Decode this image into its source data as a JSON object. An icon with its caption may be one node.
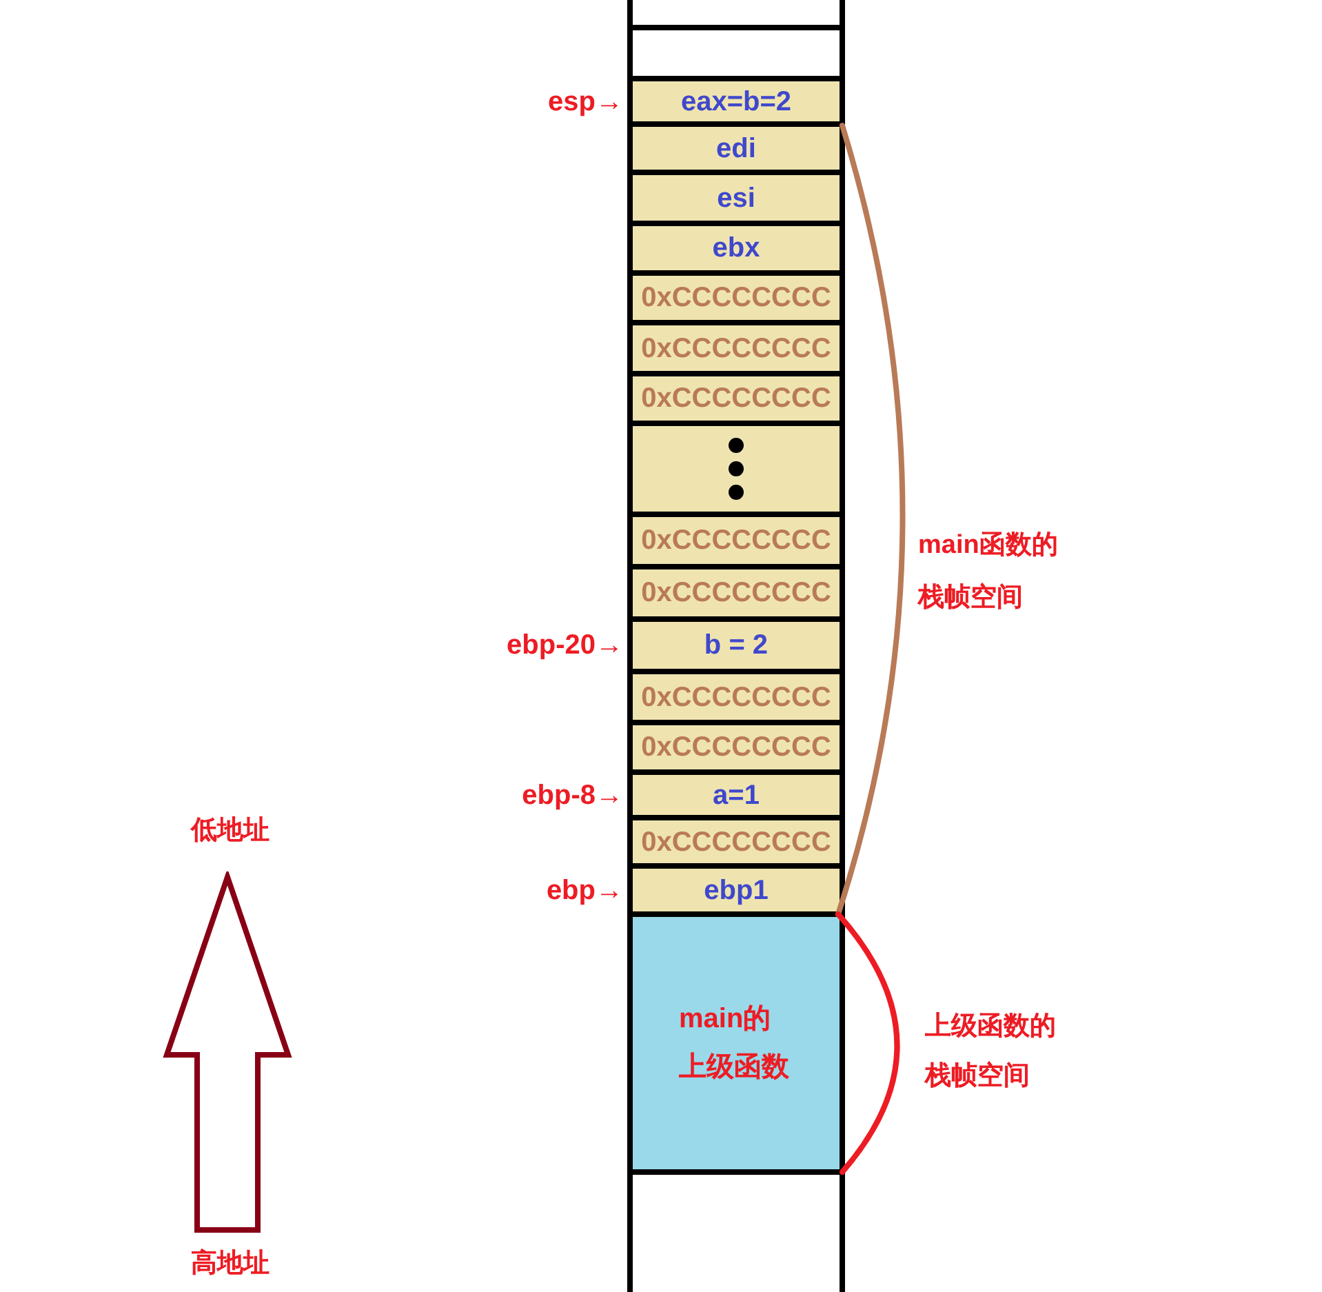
{
  "diagram": {
    "nodes": [
      {
        "text": [],
        "shape": "box"
      },
      {
        "text": [
          "eax=b=2"
        ],
        "beside": [
          "esp→"
        ]
      },
      {
        "text": [
          "edi"
        ]
      },
      {
        "text": [
          "esi"
        ]
      },
      {
        "text": [
          "ebx"
        ]
      },
      {
        "text": [
          "0xCCCCCCCC"
        ]
      },
      {
        "text": [
          "0xCCCCCCCC"
        ]
      },
      {
        "text": [
          "0xCCCCCCCC"
        ]
      },
      {
        "text": [],
        "shape": "box"
      },
      {
        "text": [
          "0xCCCCCCCC"
        ]
      },
      {
        "text": [
          "0xCCCCCCCC"
        ]
      },
      {
        "text": [
          "b = 2"
        ],
        "beside": [
          "ebp-20→"
        ]
      },
      {
        "text": [
          "0xCCCCCCCC"
        ]
      },
      {
        "text": [
          "0xCCCCCCCC"
        ]
      },
      {
        "text": [
          "a=1"
        ],
        "beside": [
          "ebp-8→"
        ]
      },
      {
        "text": [
          "0xCCCCCCCC"
        ]
      },
      {
        "text": [
          "ebp1"
        ],
        "beside": [
          "ebp→"
        ]
      },
      {
        "text": [
          "main的上级函数"
        ]
      },
      {
        "text": [],
        "shape": "box"
      }
    ],
    "labels": [
      "main函数的栈帧空间",
      "低地址",
      "上级函数的栈帧空间",
      "高地址"
    ]
  }
}
